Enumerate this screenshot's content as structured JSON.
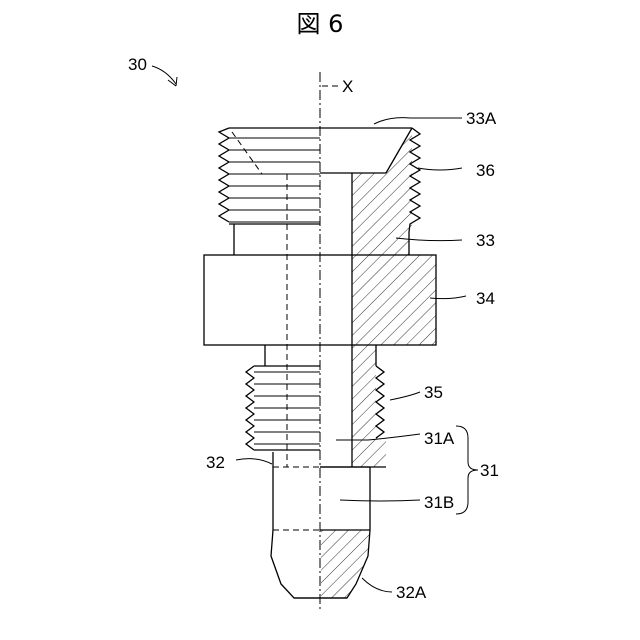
{
  "figure": {
    "title": "図 6"
  },
  "labels": {
    "assembly": "30",
    "axis": "X",
    "l33A": "33A",
    "l36": "36",
    "l33": "33",
    "l34": "34",
    "l35": "35",
    "l31A": "31A",
    "l31": "31",
    "l32": "32",
    "l31B": "31B",
    "l32A": "32A"
  }
}
